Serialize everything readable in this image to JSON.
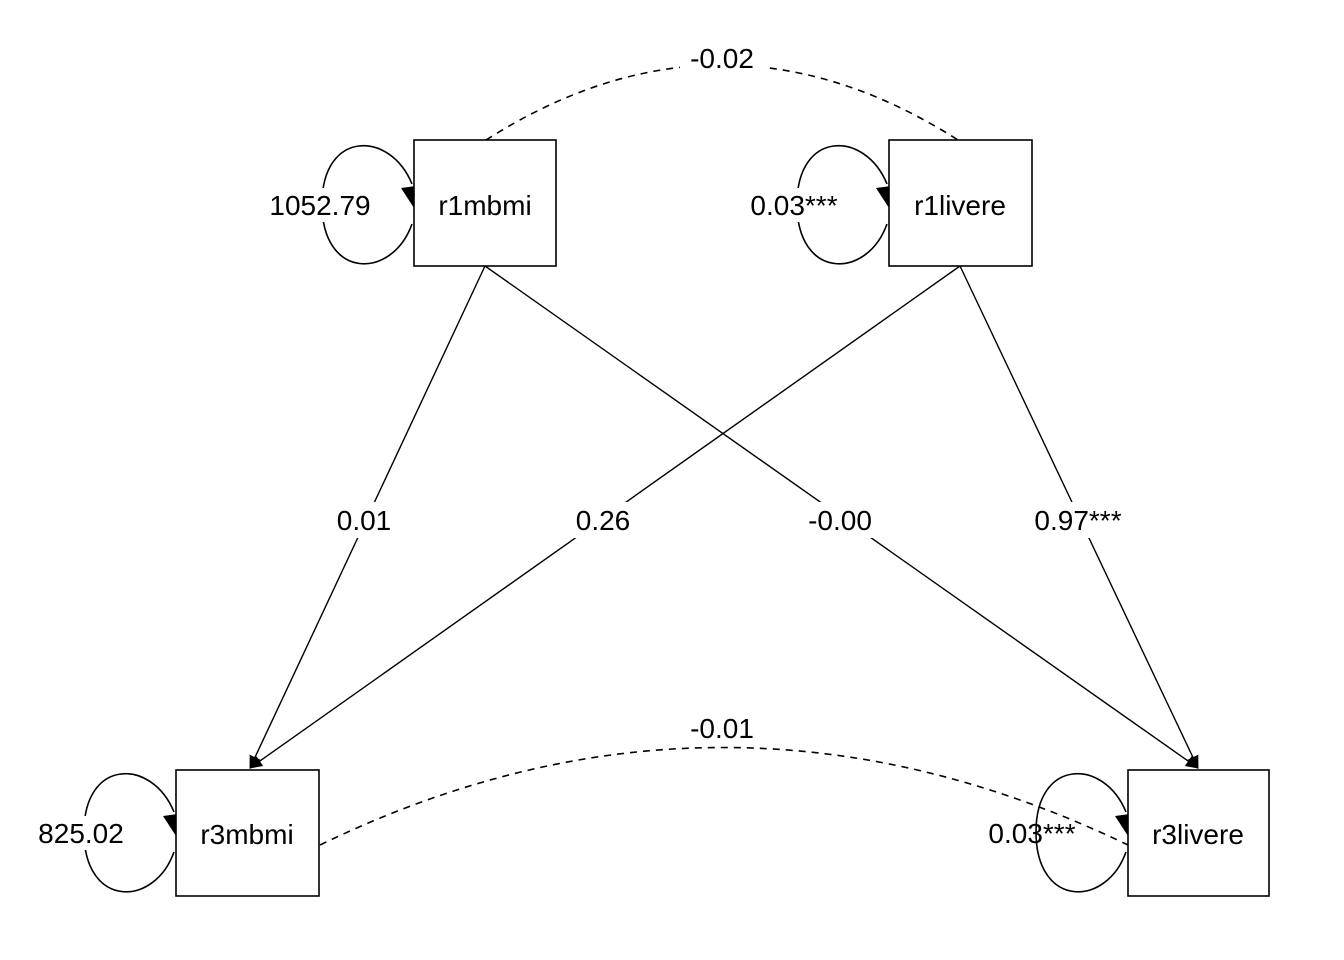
{
  "diagram": {
    "nodes": [
      {
        "id": "r1mbmi",
        "label": "r1mbmi",
        "variance": "1052.79"
      },
      {
        "id": "r1livere",
        "label": "r1livere",
        "variance": "0.03***"
      },
      {
        "id": "r3mbmi",
        "label": "r3mbmi",
        "variance": "825.02"
      },
      {
        "id": "r3livere",
        "label": "r3livere",
        "variance": "0.03***"
      }
    ],
    "paths": [
      {
        "from": "r1mbmi",
        "to": "r3mbmi",
        "label": "0.01"
      },
      {
        "from": "r1livere",
        "to": "r3mbmi",
        "label": "0.26"
      },
      {
        "from": "r1mbmi",
        "to": "r3livere",
        "label": "-0.00"
      },
      {
        "from": "r1livere",
        "to": "r3livere",
        "label": "0.97***"
      }
    ],
    "covariances": [
      {
        "a": "r1mbmi",
        "b": "r1livere",
        "label": "-0.02"
      },
      {
        "a": "r3mbmi",
        "b": "r3livere",
        "label": "-0.01"
      }
    ]
  }
}
